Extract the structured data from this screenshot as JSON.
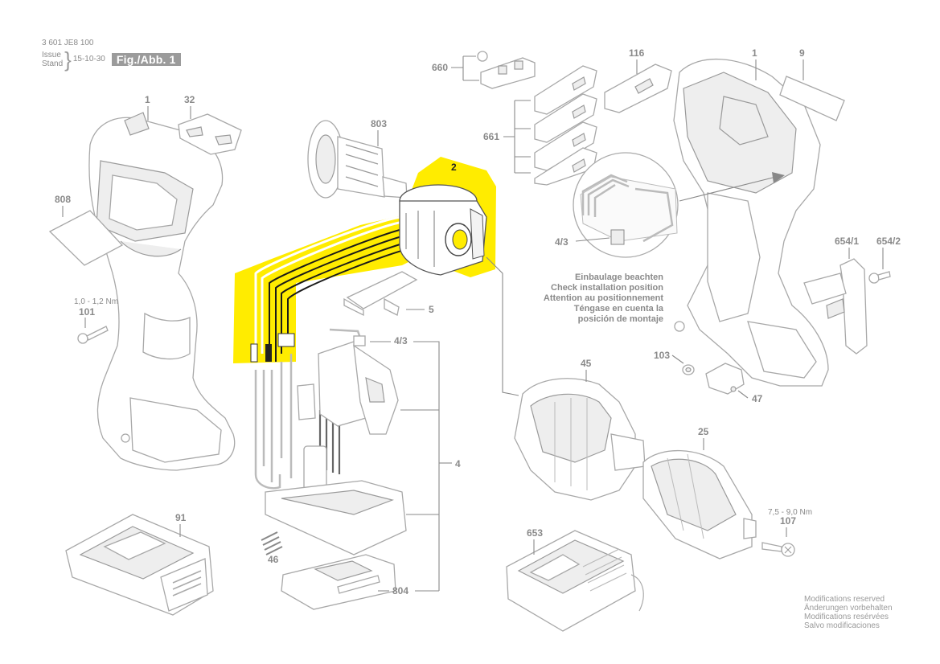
{
  "header": {
    "doc_number": "3 601 JE8 100",
    "issue_label": "Issue",
    "stand_label": "Stand",
    "date": "15-10-30",
    "figure": "Fig./Abb. 1"
  },
  "callouts": {
    "c1_left": "1",
    "c32": "32",
    "c808": "808",
    "c803": "803",
    "c2": "2",
    "c660": "660",
    "c116": "116",
    "c1_right": "1",
    "c9": "9",
    "c661": "661",
    "c43_right": "4/3",
    "c6541": "654/1",
    "c6542": "654/2",
    "c101": "101",
    "c5": "5",
    "c43_mid": "4/3",
    "c4": "4",
    "c103": "103",
    "c45": "45",
    "c47": "47",
    "c25": "25",
    "c91": "91",
    "c46": "46",
    "c804": "804",
    "c653": "653",
    "c107": "107"
  },
  "torque": {
    "t101": "1,0 - 1,2 Nm",
    "t107": "7,5 - 9,0 Nm"
  },
  "install_note": [
    "Einbaulage beachten",
    "Check installation position",
    "Attention au positionnement",
    "Téngase en cuenta la",
    "posición de montaje"
  ],
  "modifications": [
    "Modifications reserved",
    "Änderungen vorbehalten",
    "Modifications resérvées",
    "Salvo modificaciones"
  ],
  "colors": {
    "highlight": "#ffec00",
    "label_gray": "#8a8a8a",
    "outline_gray": "#a8a8a8"
  }
}
